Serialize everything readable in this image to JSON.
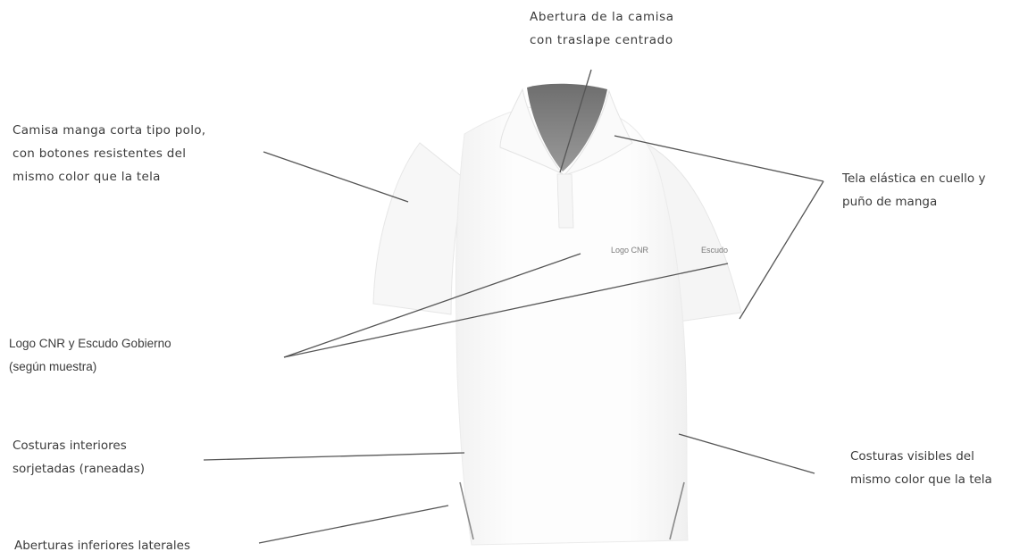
{
  "labels": {
    "opening": "Abertura de la camisa\ncon traslape centrado",
    "shirt_type": "Camisa manga corta tipo polo,\ncon botones resistentes del\nmismo color que la tela",
    "elastic": "Tela elástica en cuello y\npuño de manga",
    "logo": "Logo CNR y Escudo Gobierno\n(según muestra)",
    "inner_seams": "Costuras interiores\nsorjetadas (raneadas)",
    "visible_seams": "Costuras visibles del\nmismo color que la tela",
    "side_vents": "Aberturas inferiores laterales"
  },
  "shirt_marks": {
    "logo_text": "Logo CNR",
    "shield_text": "Escudo"
  },
  "colors": {
    "shirt_fill": "#fbfbfb",
    "shirt_shadow": "#ececec",
    "collar_inside": "#7d7d7d",
    "leader_line": "#555555",
    "label_text": "#3b3b3b"
  }
}
